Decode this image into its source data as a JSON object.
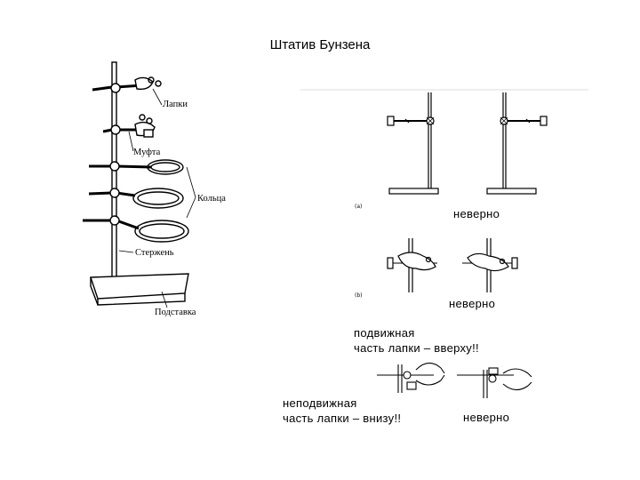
{
  "slide": {
    "title": "Штатив Бунзена"
  },
  "stand_labels": {
    "clamps": "Лапки",
    "coupling": "Муфта",
    "rings": "Кольца",
    "rod": "Стержень",
    "base": "Подставка"
  },
  "panel_a": {
    "tag": "(a)",
    "verdict": "неверно"
  },
  "panel_b": {
    "tag": "(b)",
    "verdict": "неверно"
  },
  "rules": {
    "movable_line1": "подвижная",
    "movable_line2": "часть лапки – вверху!!",
    "fixed_line1": "неподвижная",
    "fixed_line2": "часть лапки – внизу!!",
    "bottom_verdict": "неверно"
  }
}
